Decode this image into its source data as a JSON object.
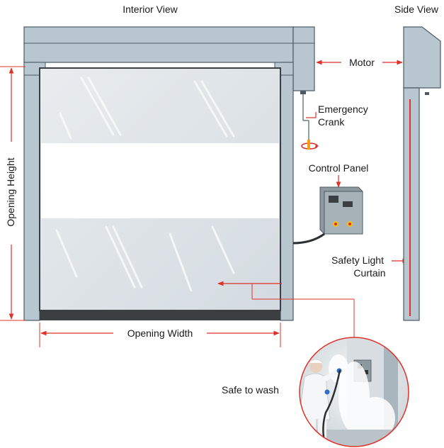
{
  "titles": {
    "interior_view": "Interior View",
    "side_view": "Side View"
  },
  "labels": {
    "motor": "Motor",
    "emergency_crank_line1": "Emergency",
    "emergency_crank_line2": "Crank",
    "control_panel": "Control Panel",
    "opening_height": "Opening Height",
    "opening_width": "Opening Width",
    "safety_light_curtain_line1": "Safety Light",
    "safety_light_curtain_line2": "Curtain",
    "safe_to_wash": "Safe to wash"
  },
  "colors": {
    "frame": "#b8c7cf",
    "frame_stroke": "#4a5a63",
    "curtain": "#dfe4e8",
    "window_band": "#ffffff",
    "bottom_bar": "#3b3f42",
    "arrow": "#e0302a",
    "panel_body": "#9aa6ad",
    "button_yellow": "#f2c21a",
    "button_red": "#d93025"
  },
  "icons": {
    "crank": "rotation-arrow-icon",
    "photo": "washing-worker-photo"
  }
}
